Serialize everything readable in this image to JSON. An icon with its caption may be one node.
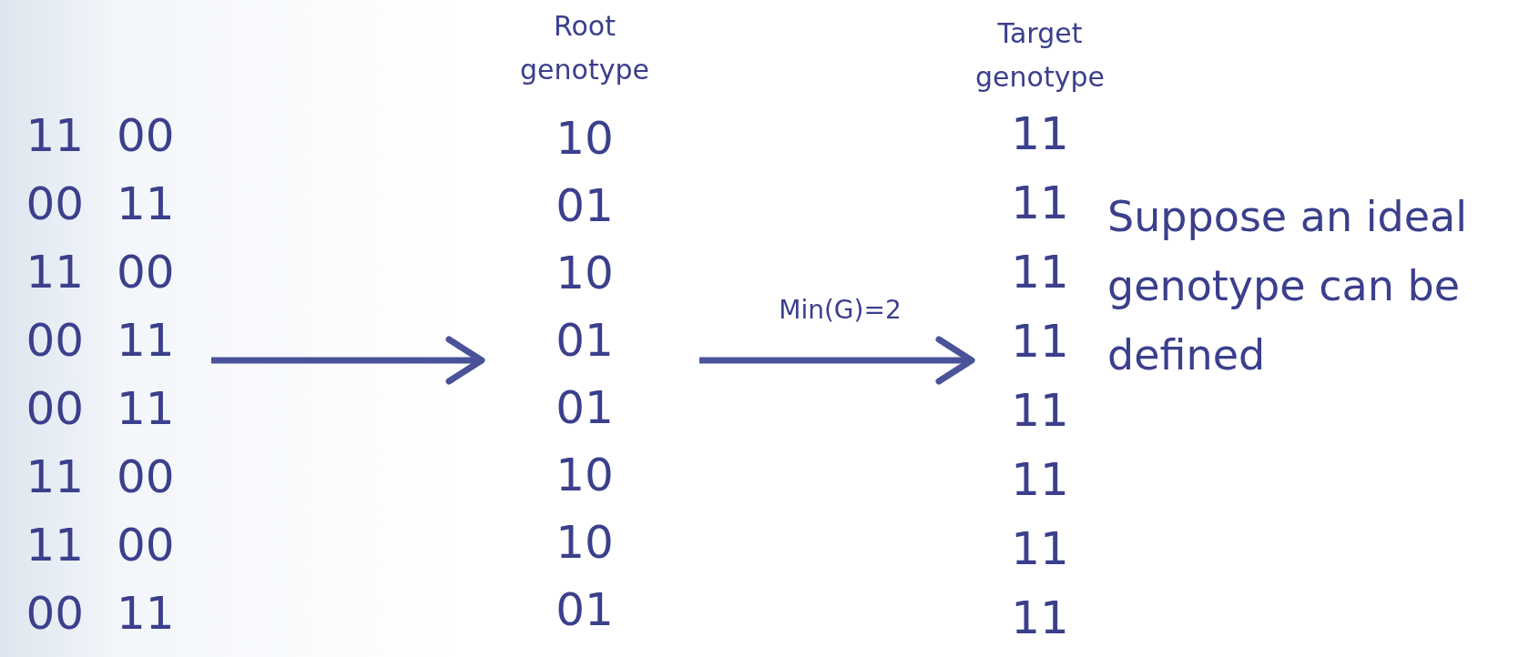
{
  "diagram": {
    "nodes": [
      {
        "text": [
          "11 00",
          "00 11",
          "11 00",
          "00 11",
          "00 11",
          "11 00",
          "11 00",
          "00 11"
        ]
      },
      {
        "text": [
          "Root genotype",
          "10",
          "01",
          "10",
          "01",
          "01",
          "10",
          "10",
          "01"
        ]
      },
      {
        "text": [
          "Target genotype",
          "11",
          "11",
          "11",
          "11",
          "11",
          "11",
          "11",
          "11"
        ]
      }
    ],
    "edges": [
      {
        "from": 0,
        "to": 1,
        "arrow": "to"
      },
      {
        "from": 1,
        "to": 2,
        "arrow": "to",
        "label": "Min(G)=2"
      }
    ],
    "labels": [
      "Suppose an ideal genotype can be defined"
    ]
  }
}
